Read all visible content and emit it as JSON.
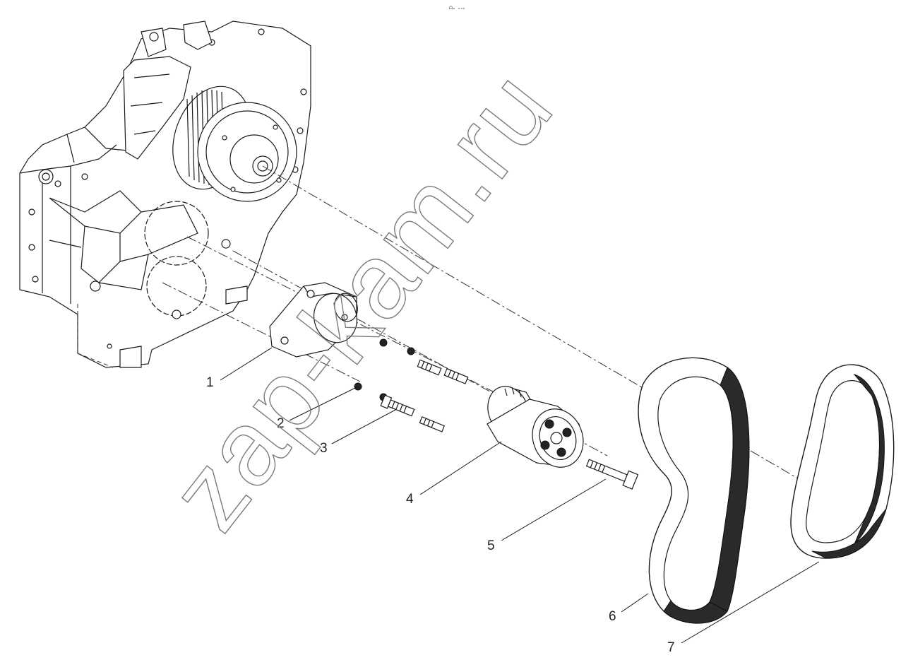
{
  "header": {
    "mark": "ᗝₒ ₒₒₒ"
  },
  "watermark": {
    "text": "zap-kam.ru"
  },
  "callouts": [
    {
      "id": "1",
      "label": "1"
    },
    {
      "id": "2",
      "label": "2"
    },
    {
      "id": "3",
      "label": "3"
    },
    {
      "id": "4",
      "label": "4"
    },
    {
      "id": "5",
      "label": "5"
    },
    {
      "id": "6",
      "label": "6"
    },
    {
      "id": "7",
      "label": "7"
    }
  ],
  "colors": {
    "line": "#1a1a1a",
    "watermark": "#7a7a7a",
    "background": "#ffffff"
  }
}
